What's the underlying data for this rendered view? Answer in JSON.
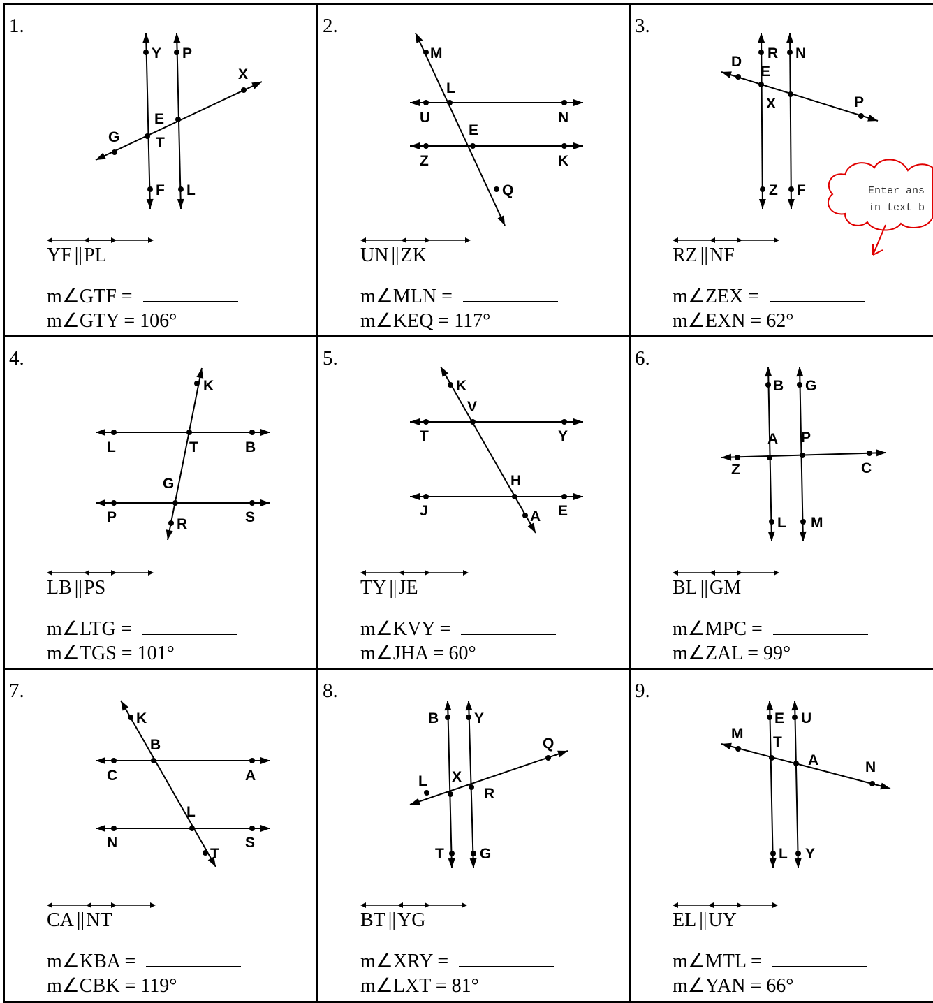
{
  "problems": [
    {
      "number": "1.",
      "line1": "YF",
      "line2": "PL",
      "find": "m∠GTF = ",
      "given": "m∠GTY = 106°",
      "labels": [
        "Y",
        "P",
        "X",
        "E",
        "G",
        "T",
        "F",
        "L"
      ]
    },
    {
      "number": "2.",
      "line1": "UN",
      "line2": "ZK",
      "find": "m∠MLN = ",
      "given": "m∠KEQ = 117°",
      "labels": [
        "M",
        "L",
        "U",
        "N",
        "E",
        "Z",
        "K",
        "Q"
      ]
    },
    {
      "number": "3.",
      "line1": "RZ",
      "line2": "NF",
      "find": "m∠ZEX = ",
      "given": "m∠EXN = 62°",
      "labels": [
        "R",
        "N",
        "D",
        "E",
        "X",
        "P",
        "Z",
        "F"
      ]
    },
    {
      "number": "4.",
      "line1": "LB",
      "line2": "PS",
      "find": "m∠LTG = ",
      "given": "m∠TGS = 101°",
      "labels": [
        "K",
        "L",
        "T",
        "B",
        "G",
        "P",
        "R",
        "S"
      ]
    },
    {
      "number": "5.",
      "line1": "TY",
      "line2": "JE",
      "find": "m∠KVY = ",
      "given": "m∠JHA = 60°",
      "labels": [
        "K",
        "V",
        "T",
        "Y",
        "H",
        "J",
        "A",
        "E"
      ]
    },
    {
      "number": "6.",
      "line1": "BL",
      "line2": "GM",
      "find": "m∠MPC = ",
      "given": "m∠ZAL = 99°",
      "labels": [
        "B",
        "G",
        "A",
        "P",
        "Z",
        "C",
        "L",
        "M"
      ]
    },
    {
      "number": "7.",
      "line1": "CA",
      "line2": "NT",
      "find": "m∠KBA = ",
      "given": "m∠CBK = 119°",
      "labels": [
        "K",
        "B",
        "C",
        "A",
        "L",
        "N",
        "T",
        "S"
      ]
    },
    {
      "number": "8.",
      "line1": "BT",
      "line2": "YG",
      "find": "m∠XRY = ",
      "given": "m∠LXT = 81°",
      "labels": [
        "B",
        "Y",
        "Q",
        "L",
        "X",
        "R",
        "T",
        "G"
      ]
    },
    {
      "number": "9.",
      "line1": "EL",
      "line2": "UY",
      "find": "m∠MTL = ",
      "given": "m∠YAN = 66°",
      "labels": [
        "E",
        "U",
        "M",
        "T",
        "A",
        "N",
        "L",
        "Y"
      ]
    }
  ],
  "callout": {
    "line1": "Enter ans",
    "line2": "in text b",
    "color": "#e00000"
  },
  "colors": {
    "ink": "#000000",
    "paper": "#ffffff"
  }
}
